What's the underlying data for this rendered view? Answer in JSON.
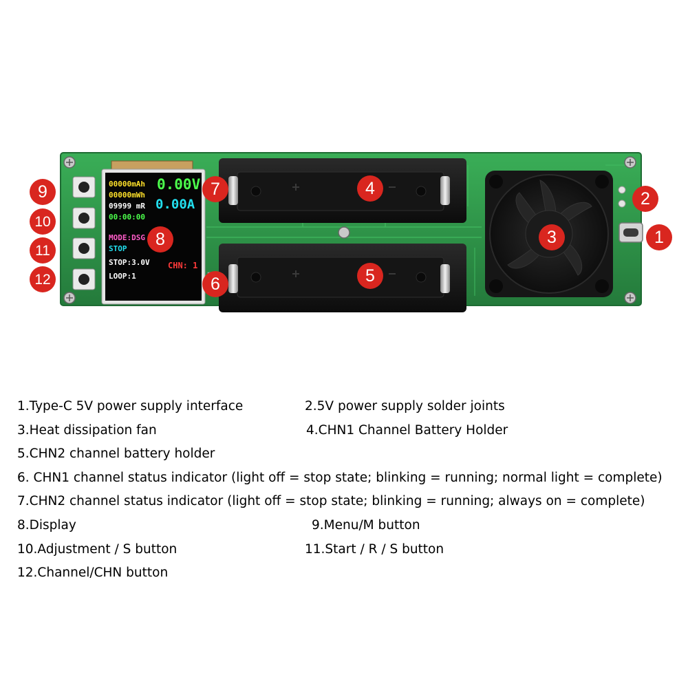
{
  "markers": [
    "1",
    "2",
    "3",
    "4",
    "5",
    "6",
    "7",
    "8",
    "9",
    "10",
    "11",
    "12"
  ],
  "display": {
    "voltage": "0.00V",
    "current": "0.00A",
    "capacity_mah": "00000mAh",
    "capacity_mwh": "00000mWh",
    "resistance": "09999 mR",
    "time": "00:00:00",
    "mode": "MODE:DSG",
    "status": "STOP",
    "stop_voltage": "STOP:3.0V",
    "loop": "LOOP:1",
    "channel": "CHN: 1"
  },
  "legend": {
    "l1": "1.Type-C 5V power supply interface",
    "l2": "2.5V power supply solder joints",
    "l3": "3.Heat dissipation fan",
    "l4": "4.CHN1 Channel Battery Holder",
    "l5": "5.CHN2 channel battery holder",
    "l6": "6. CHN1 channel status indicator (light off = stop state; blinking = running; normal light = complete)",
    "l7": "7.CHN2 channel status indicator (light off = stop state; blinking = running; always on = complete)",
    "l8": "8.Display",
    "l9": "9.Menu/M button",
    "l10": "10.Adjustment / S button",
    "l11": "11.Start / R / S button",
    "l12": "12.Channel/CHN button"
  },
  "colors": {
    "marker": "#d9261f",
    "pcb": "#2f9a4c",
    "holder": "#1a1a1a",
    "fan": "#1c1c1c",
    "lcd_cyan": "#22e0f0",
    "lcd_green": "#4cff4c",
    "lcd_yellow": "#ffe12a",
    "lcd_pink": "#ff5cc8",
    "lcd_red": "#ff3a3a",
    "lcd_white": "#ffffff"
  }
}
